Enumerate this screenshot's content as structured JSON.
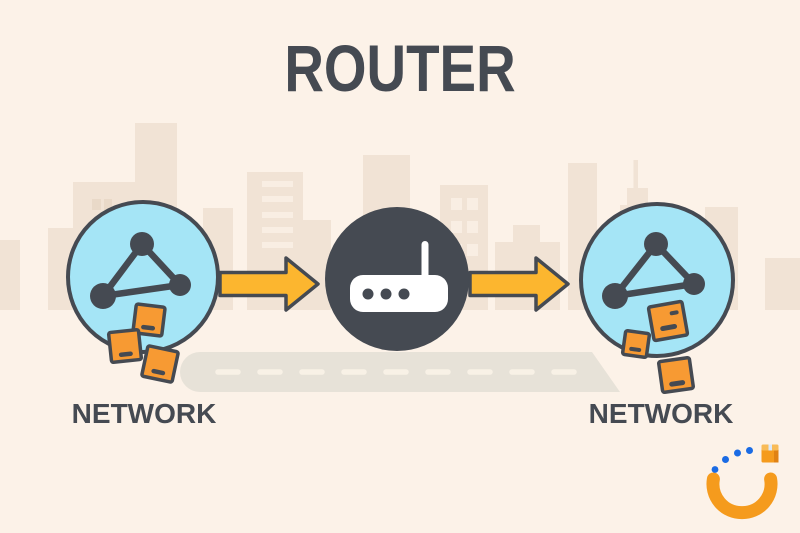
{
  "title": "ROUTER",
  "labels": {
    "left_network": "NETWORK",
    "right_network": "NETWORK"
  },
  "colors": {
    "bg": "#fcf2e8",
    "dark": "#454a52",
    "blue": "#a5e5f6",
    "orange": "#f79a33",
    "yellow": "#fcb62f",
    "skyline": "#f1e3d5",
    "window-light": "#f9eee3",
    "window-dark": "#e9d9c8",
    "road": "#e7e2d8",
    "road-dash": "#f8f1e6",
    "logo-orange": "#f59b1d",
    "logo-blue": "#1a6be4",
    "white": "#ffffff"
  }
}
